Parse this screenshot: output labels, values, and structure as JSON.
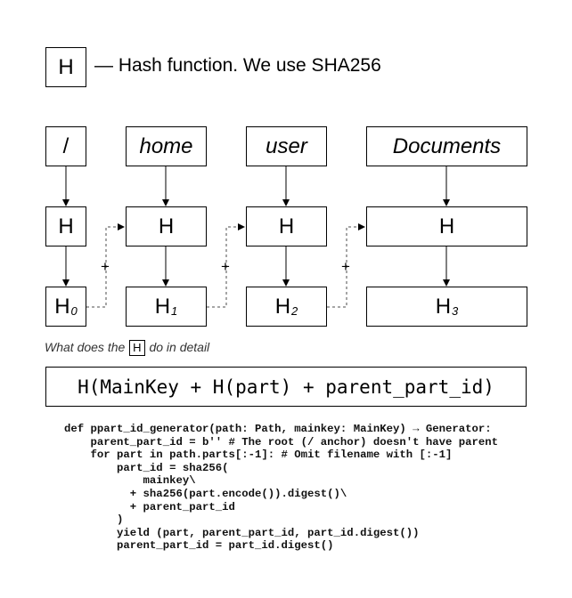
{
  "legend": {
    "symbol": "H",
    "text": "— Hash function. We use SHA256"
  },
  "path_parts": [
    "/",
    "home",
    "user",
    "Documents"
  ],
  "hash_label": "H",
  "outputs": [
    {
      "main": "H",
      "sub": "0"
    },
    {
      "main": "H",
      "sub": "1"
    },
    {
      "main": "H",
      "sub": "2"
    },
    {
      "main": "H",
      "sub": "3"
    }
  ],
  "plus_sign": "+",
  "question": {
    "before": "What does the",
    "symbol": "H",
    "after": "do in detail"
  },
  "formula": "H(MainKey + H(part) + parent_part_id)",
  "code_lines": [
    "def ppart_id_generator(path: Path, mainkey: MainKey) → Generator:",
    "    parent_part_id = b'' # The root (/ anchor) doesn't have parent",
    "    for part in path.parts[:-1]: # Omit filename with [:-1]",
    "        part_id = sha256(",
    "            mainkey\\",
    "          + sha256(part.encode()).digest()\\",
    "          + parent_part_id",
    "        )",
    "        yield (part, parent_part_id, part_id.digest())",
    "        parent_part_id = part_id.digest()"
  ]
}
